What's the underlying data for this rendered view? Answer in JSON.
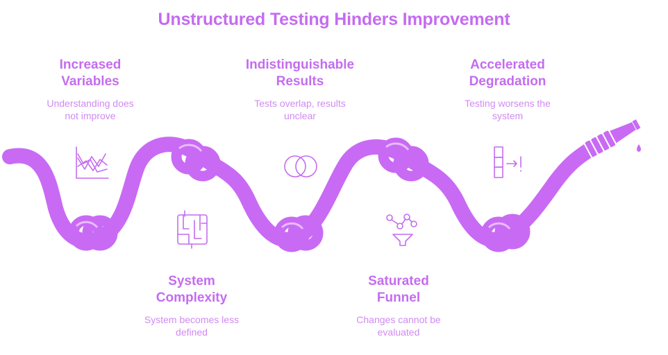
{
  "title": "Unstructured Testing Hinders Improvement",
  "steps": [
    {
      "title_line1": "Increased",
      "title_line2": "Variables",
      "desc_line1": "Understanding does",
      "desc_line2": "not improve",
      "icon": "line-chart-icon"
    },
    {
      "title_line1": "System",
      "title_line2": "Complexity",
      "desc_line1": "System becomes less",
      "desc_line2": "defined",
      "icon": "maze-icon"
    },
    {
      "title_line1": "Indistinguishable",
      "title_line2": "Results",
      "desc_line1": "Tests overlap, results",
      "desc_line2": "unclear",
      "icon": "overlapping-circles-icon"
    },
    {
      "title_line1": "Saturated",
      "title_line2": "Funnel",
      "desc_line1": "Changes cannot be",
      "desc_line2": "evaluated",
      "icon": "funnel-icon"
    },
    {
      "title_line1": "Accelerated",
      "title_line2": "Degradation",
      "desc_line1": "Testing worsens the",
      "desc_line2": "system",
      "icon": "degradation-alert-icon"
    }
  ],
  "colors": {
    "accent": "#c46cf0",
    "hose": "#c96af4",
    "text_light": "#d08af2"
  }
}
